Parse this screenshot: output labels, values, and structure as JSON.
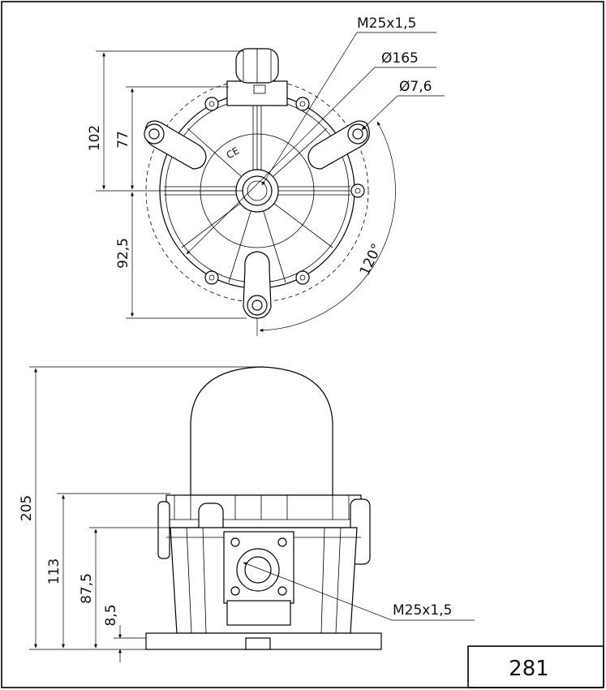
{
  "top_view": {
    "callouts": {
      "thread": "M25x1,5",
      "diameter": "Ø165",
      "hole": "Ø7,6"
    },
    "dimensions": {
      "height_total": "102",
      "height_upper": "77",
      "height_lower": "92,5",
      "angle": "120°"
    }
  },
  "side_view": {
    "callout_thread": "M25x1,5",
    "dimensions": {
      "height_total": "205",
      "height_base": "113",
      "height_entry": "87,5",
      "height_foot": "8,5"
    }
  },
  "title_block": {
    "number": "281"
  },
  "colors": {
    "line": "#000000",
    "background": "#ffffff"
  }
}
